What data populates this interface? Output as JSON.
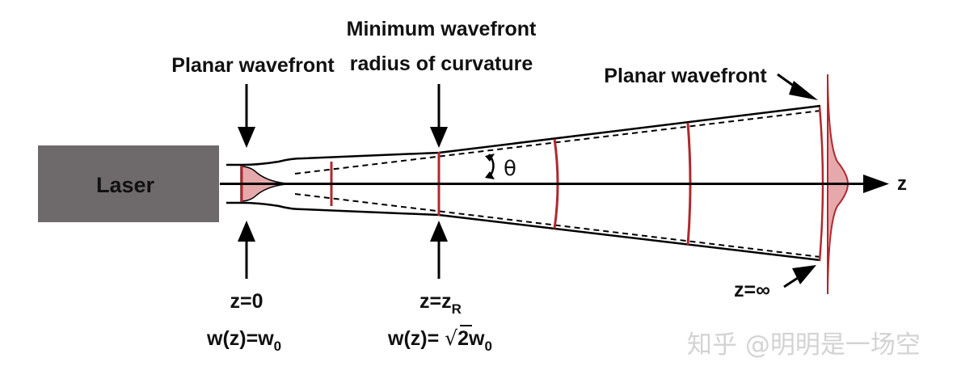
{
  "laser_label": "Laser",
  "labels": {
    "planar_left": "Planar wavefront",
    "min_radius_line1": "Minimum wavefront",
    "min_radius_line2": "radius of curvature",
    "planar_right": "Planar wavefront",
    "theta": "θ",
    "axis_z": "z"
  },
  "annotations": {
    "z0": "z=0",
    "w0_prefix": "w(z)=w",
    "w0_sub": "0",
    "zr_prefix": "z=z",
    "zr_sub": "R",
    "wzr_prefix": "w(z)= ",
    "wzr_sqrt": "√",
    "wzr_two": "2",
    "wzr_w": "w",
    "wzr_sub": "0",
    "zinf": "z=∞"
  },
  "watermark": "知乎 @明明是一场空",
  "colors": {
    "laser_box": "#6e6a6b",
    "beam_red": "#b0282e",
    "profile_fill": "#e6a9ab",
    "line": "#000000"
  }
}
